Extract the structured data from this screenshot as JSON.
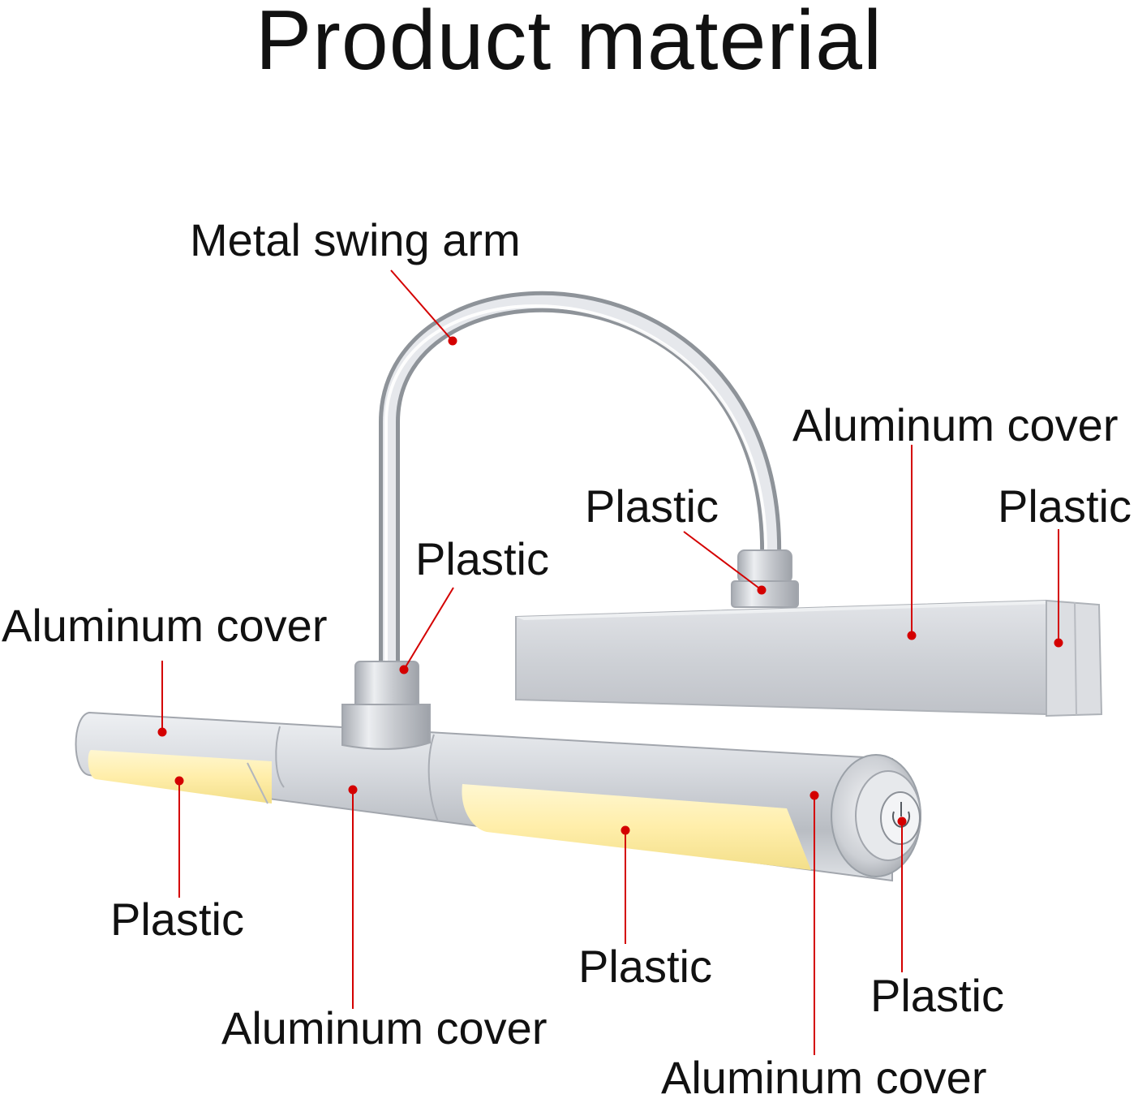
{
  "title": "Product material",
  "colors": {
    "leader": "#d40000",
    "metal": "#c9ccd1",
    "glow": "#fff3b8"
  },
  "labels": {
    "metal_swing_arm": "Metal swing arm",
    "aluminum_cover_top_right": "Aluminum cover",
    "plastic_top_right": "Plastic",
    "plastic_arm_right_joint": "Plastic",
    "plastic_arm_left_joint": "Plastic",
    "aluminum_cover_left": "Aluminum cover",
    "plastic_left_light": "Plastic",
    "aluminum_cover_center": "Aluminum cover",
    "plastic_center_light": "Plastic",
    "plastic_switch": "Plastic",
    "aluminum_cover_right_end": "Aluminum cover"
  }
}
